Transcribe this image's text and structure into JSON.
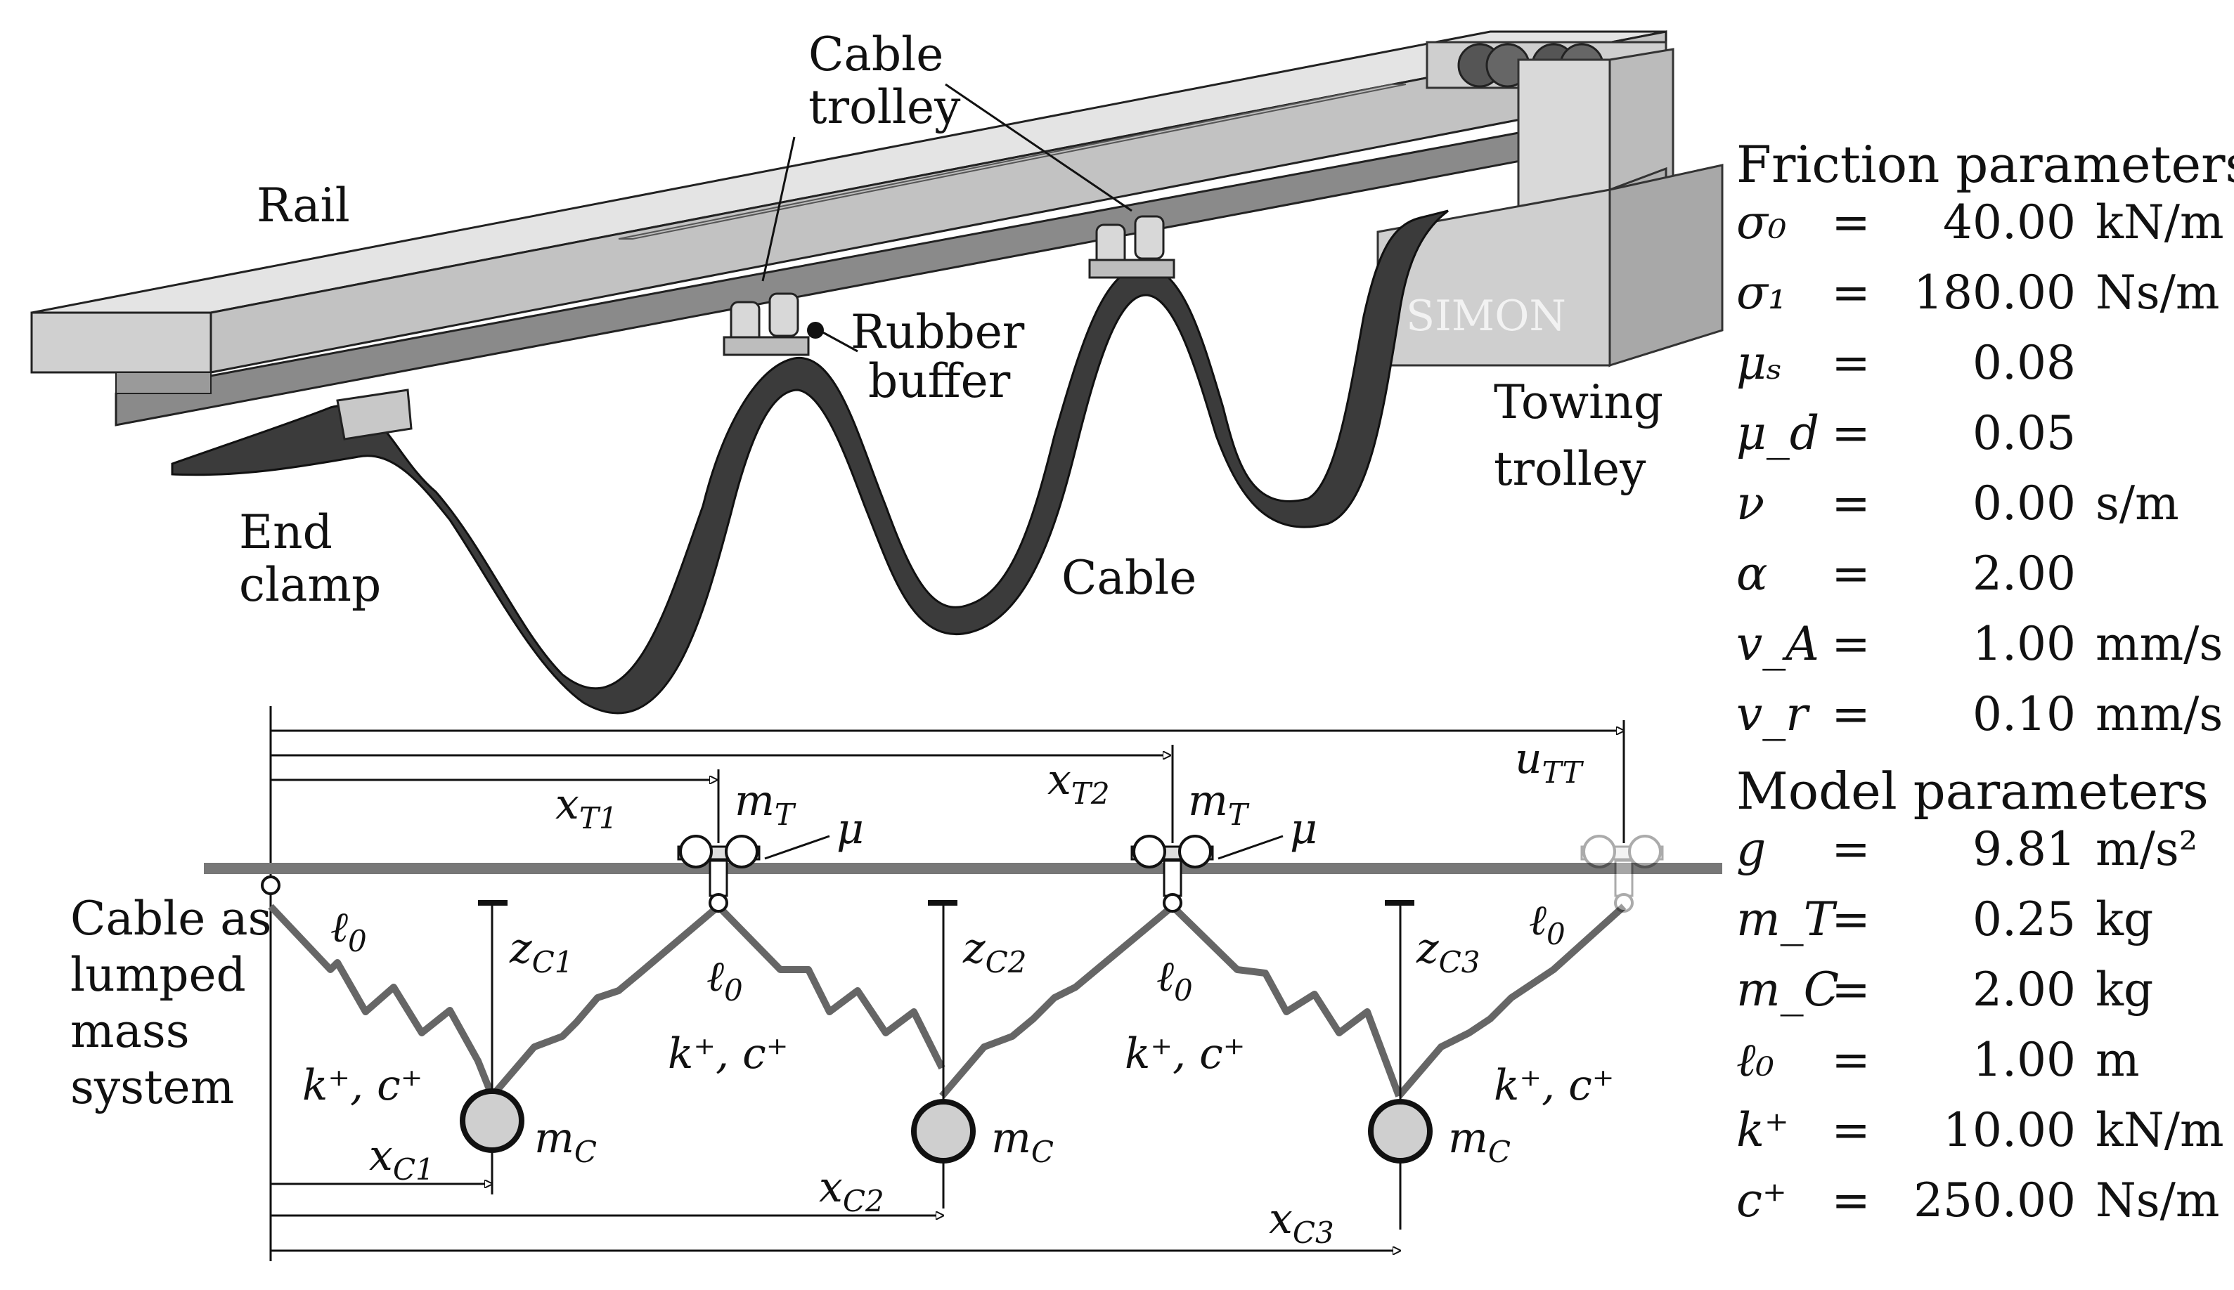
{
  "labels": {
    "rail": "Rail",
    "cable_trolley": [
      "Cable",
      "trolley"
    ],
    "rubber_buffer": [
      "Rubber",
      "buffer"
    ],
    "towing_trolley": [
      "Towing",
      "trolley"
    ],
    "end_clamp": [
      "End",
      "clamp"
    ],
    "cable": "Cable",
    "brand": "SIMON",
    "cable_as_lumped": [
      "Cable as",
      "lumped",
      "mass",
      "system"
    ]
  },
  "model_symbols": {
    "u_TT": {
      "base": "u",
      "sub": "TT"
    },
    "x_T1": {
      "base": "x",
      "sub": "T1"
    },
    "x_T2": {
      "base": "x",
      "sub": "T2"
    },
    "m_T": {
      "base": "m",
      "sub": "T"
    },
    "mu": "μ",
    "l0": {
      "base": "ℓ",
      "sub": "0"
    },
    "z_C1": {
      "base": "z",
      "sub": "C1"
    },
    "z_C2": {
      "base": "z",
      "sub": "C2"
    },
    "z_C3": {
      "base": "z",
      "sub": "C3"
    },
    "k_c": "k⁺, c⁺",
    "m_C": {
      "base": "m",
      "sub": "C"
    },
    "x_C1": {
      "base": "x",
      "sub": "C1"
    },
    "x_C2": {
      "base": "x",
      "sub": "C2"
    },
    "x_C3": {
      "base": "x",
      "sub": "C3"
    }
  },
  "friction_parameters": {
    "title": "Friction parameters",
    "rows": [
      {
        "symbol": "σ₀",
        "eq": "=",
        "value": "40.00",
        "unit": "kN/m"
      },
      {
        "symbol": "σ₁",
        "eq": "=",
        "value": "180.00",
        "unit": "Ns/m"
      },
      {
        "symbol": "μₛ",
        "eq": "=",
        "value": "0.08",
        "unit": ""
      },
      {
        "symbol": "μ_d",
        "eq": "=",
        "value": "0.05",
        "unit": ""
      },
      {
        "symbol": "ν",
        "eq": "=",
        "value": "0.00",
        "unit": "s/m"
      },
      {
        "symbol": "α",
        "eq": "=",
        "value": "2.00",
        "unit": ""
      },
      {
        "symbol": "v_A",
        "eq": "=",
        "value": "1.00",
        "unit": "mm/s"
      },
      {
        "symbol": "v_r",
        "eq": "=",
        "value": "0.10",
        "unit": "mm/s"
      }
    ]
  },
  "model_parameters": {
    "title": "Model parameters",
    "rows": [
      {
        "symbol": "g",
        "eq": "=",
        "value": "9.81",
        "unit": "m/s²"
      },
      {
        "symbol": "m_T",
        "eq": "=",
        "value": "0.25",
        "unit": "kg"
      },
      {
        "symbol": "m_C",
        "eq": "=",
        "value": "2.00",
        "unit": "kg"
      },
      {
        "symbol": "ℓ₀",
        "eq": "=",
        "value": "1.00",
        "unit": "m"
      },
      {
        "symbol": "k⁺",
        "eq": "=",
        "value": "10.00",
        "unit": "kN/m"
      },
      {
        "symbol": "c⁺",
        "eq": "=",
        "value": "250.00",
        "unit": "Ns/m"
      }
    ]
  }
}
